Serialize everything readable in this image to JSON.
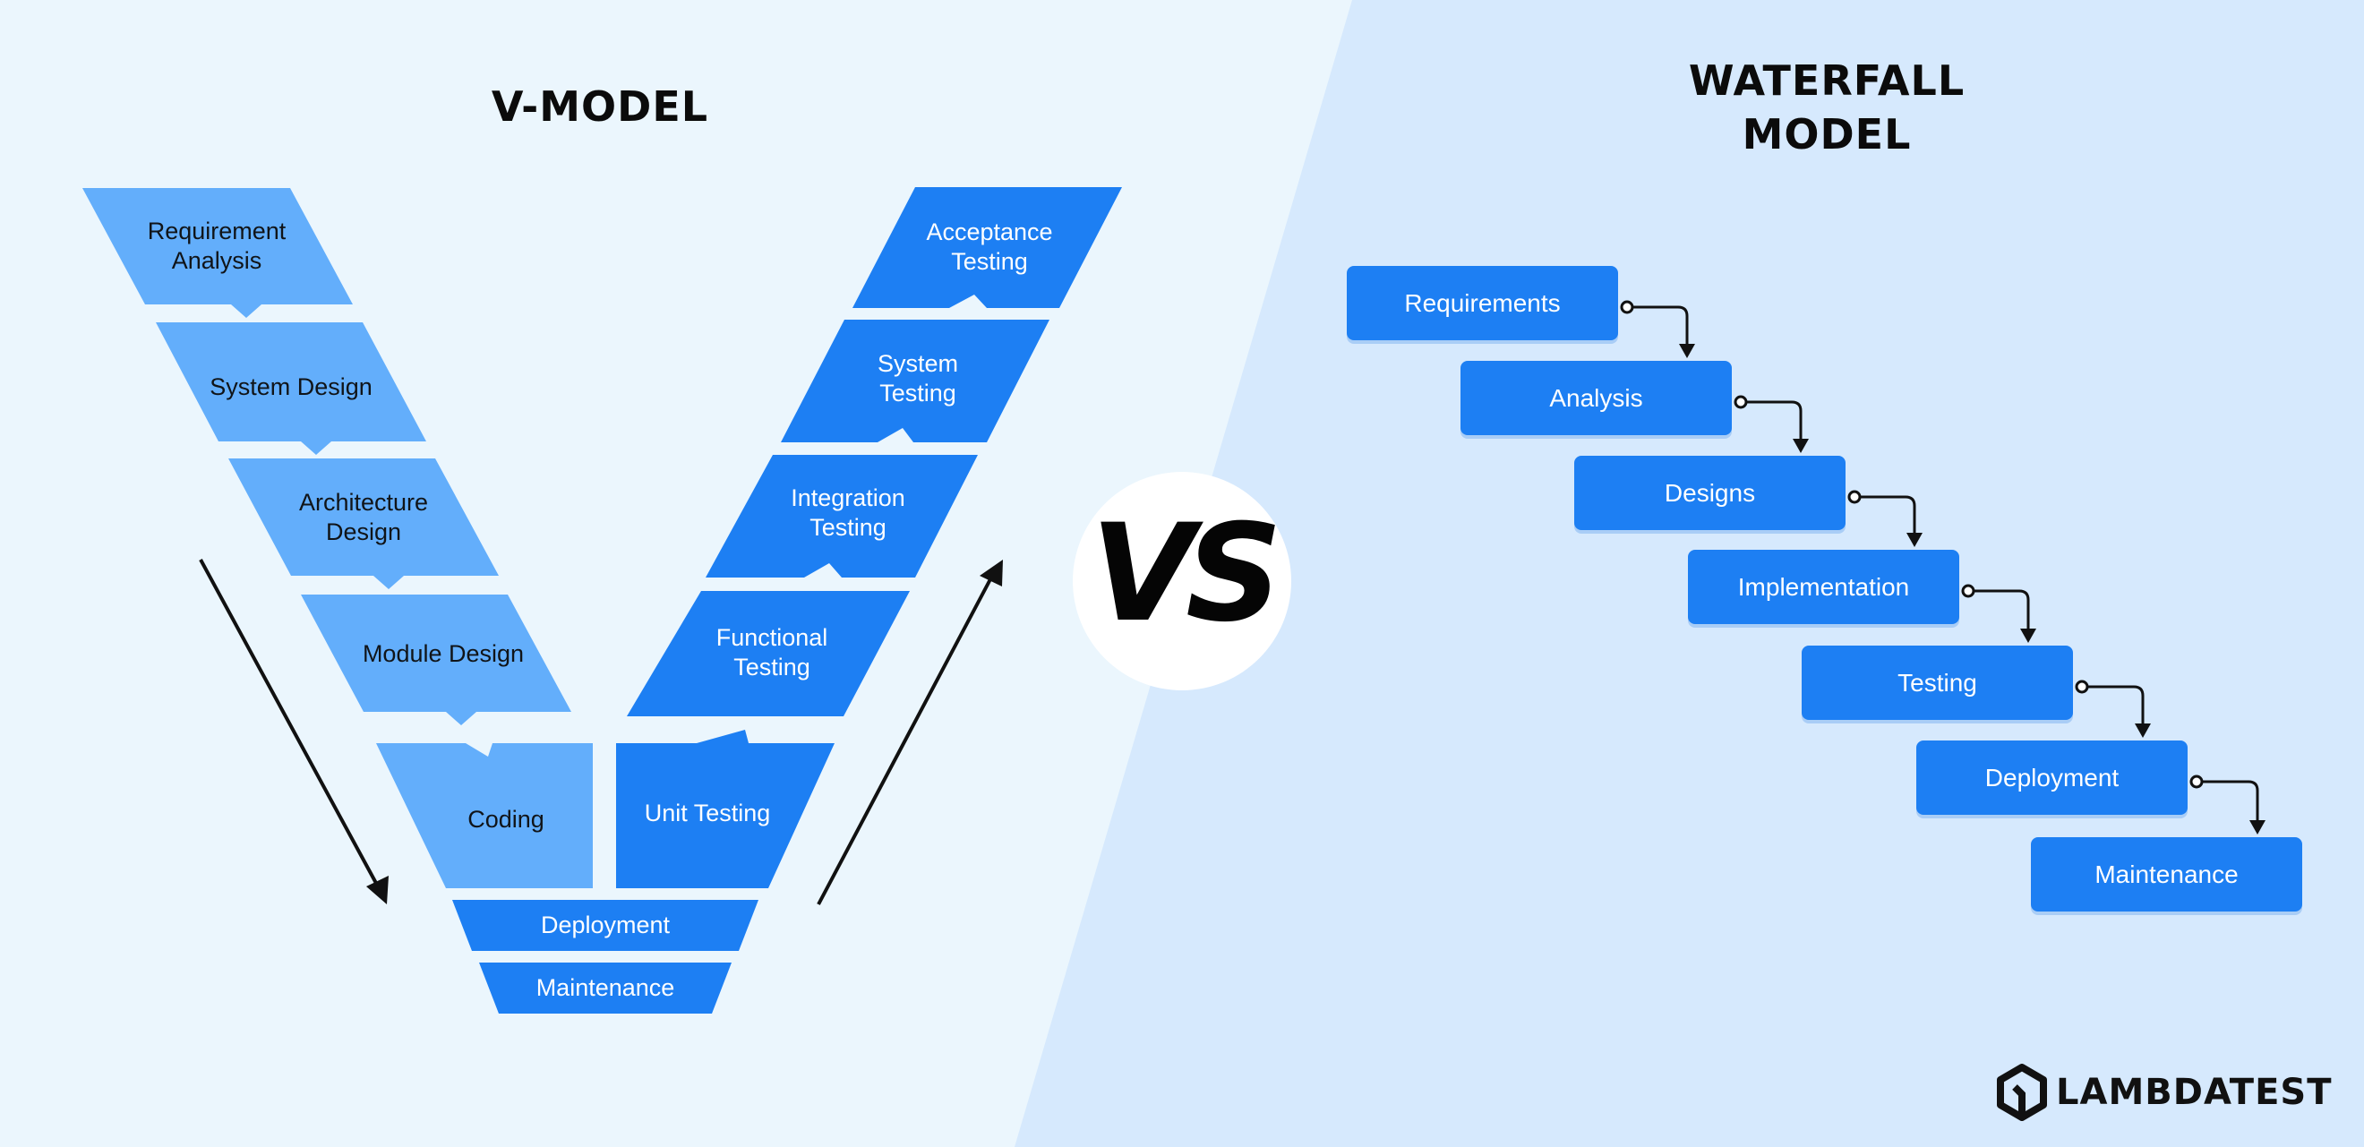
{
  "vmodel": {
    "title": "V-MODEL",
    "left_blocks": [
      "Requirement\nAnalysis",
      "System Design",
      "Architecture\nDesign",
      "Module Design",
      "Coding"
    ],
    "right_blocks": [
      "Acceptance\nTesting",
      "System\nTesting",
      "Integration\nTesting",
      "Functional\nTesting",
      "Unit Testing"
    ],
    "bottom_blocks": [
      "Deployment",
      "Maintenance"
    ]
  },
  "versus": {
    "label": "VS"
  },
  "waterfall": {
    "title": "WATERFALL\nMODEL",
    "steps": [
      "Requirements",
      "Analysis",
      "Designs",
      "Implementation",
      "Testing",
      "Deployment",
      "Maintenance"
    ]
  },
  "brand": {
    "name": "LAMBDATEST",
    "logo_icon": "lambdatest-logo-icon"
  },
  "colors": {
    "bg_left": "#ebf6fd",
    "bg_right": "#d6e9fd",
    "light_block": "#63aefb",
    "dark_block": "#1d7ff3",
    "arrow": "#111111"
  }
}
